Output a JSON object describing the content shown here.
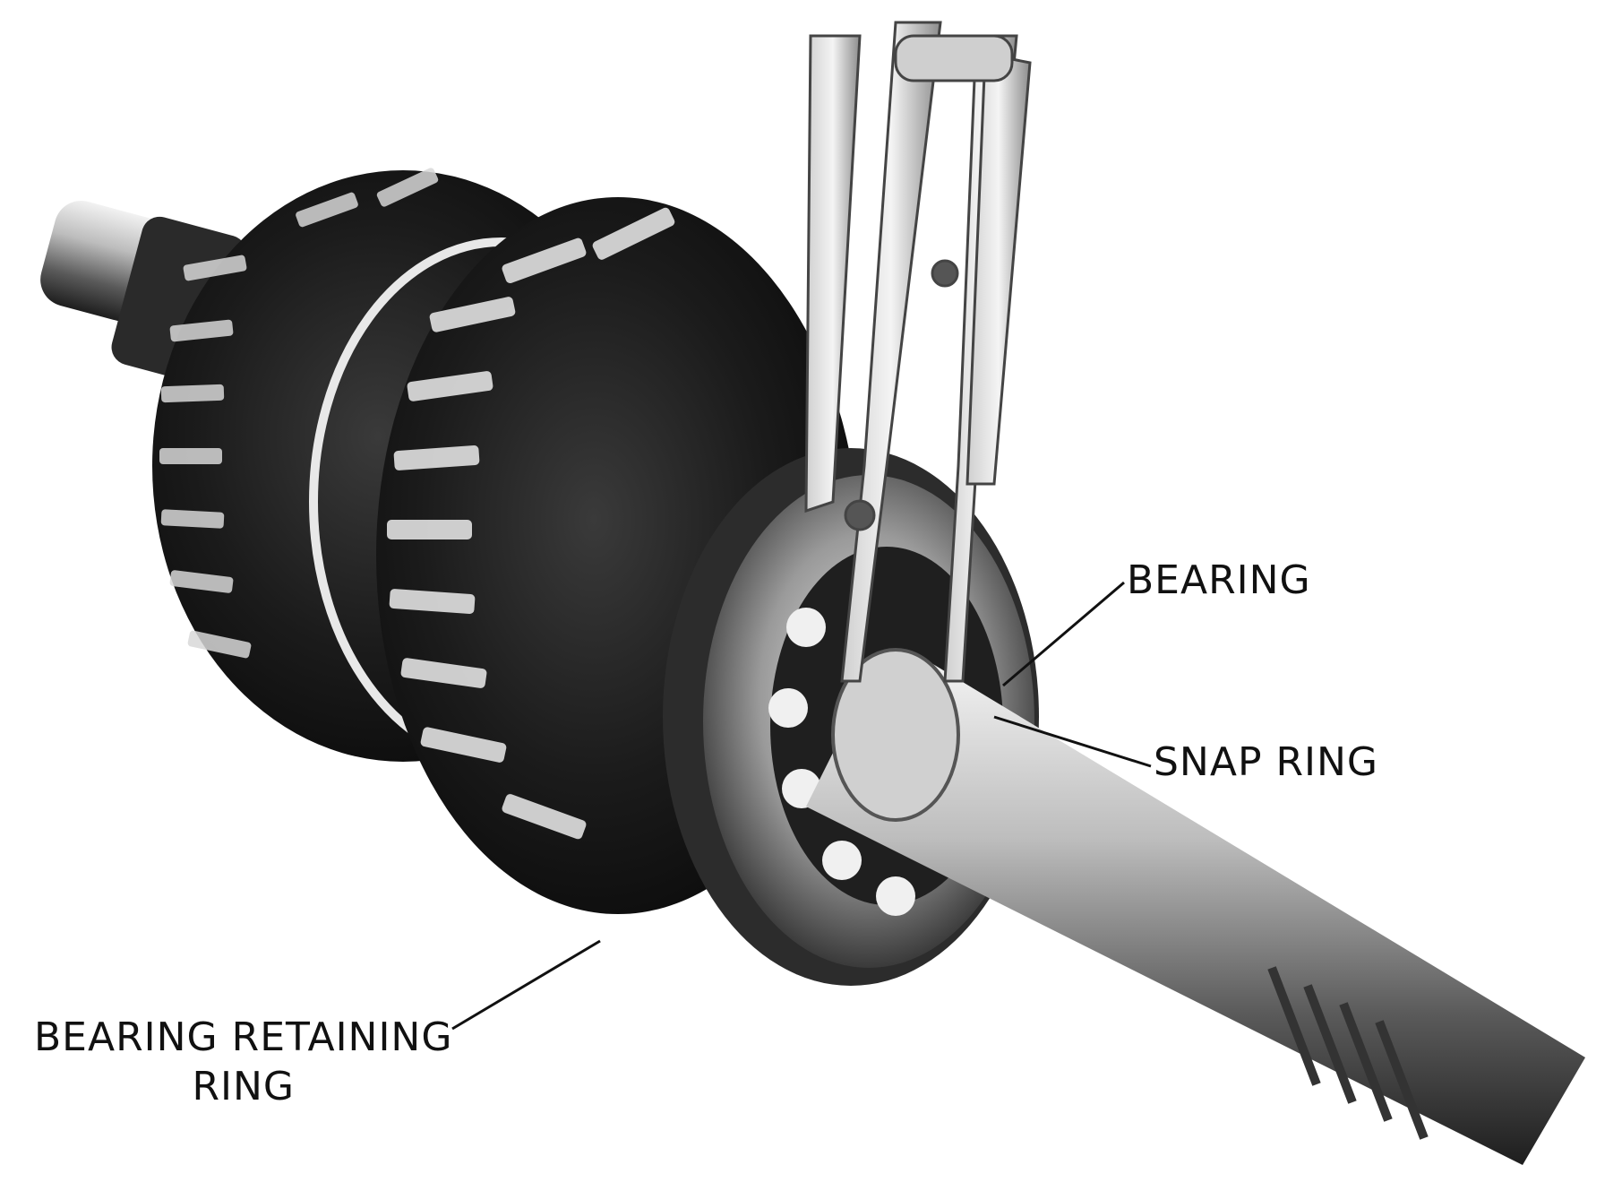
{
  "labels": {
    "bearing": "BEARING",
    "snap_ring": "SNAP RING",
    "bearing_retaining_ring_line1": "BEARING RETAINING",
    "bearing_retaining_ring_line2": "RING"
  },
  "colors": {
    "background": "#ffffff",
    "metal_dark": "#1a1a1a",
    "metal_mid": "#6e6e6e",
    "metal_light": "#d8d8d8",
    "text": "#111111"
  }
}
